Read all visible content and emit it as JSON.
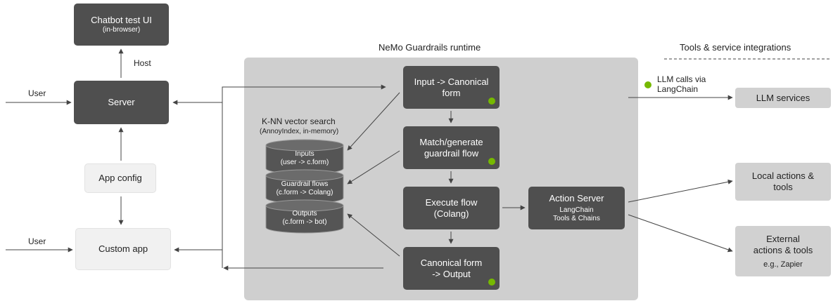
{
  "runtime": {
    "title": "NeMo Guardrails runtime"
  },
  "integrations": {
    "title": "Tools & service integrations"
  },
  "chatbot_ui": {
    "title": "Chatbot test UI",
    "subtitle": "(in-browser)"
  },
  "host_label": "Host",
  "server": {
    "label": "Server"
  },
  "app_config": {
    "label": "App config"
  },
  "custom_app": {
    "label": "Custom app"
  },
  "user_labels": [
    "User",
    "User"
  ],
  "knn": {
    "title": "K-NN vector search",
    "subtitle": "(AnnoyIndex, in-memory)"
  },
  "db": {
    "inputs": [
      "Inputs",
      "(user -> c.form)"
    ],
    "flows": [
      "Guardrail flows",
      "(c.form -> Colang)"
    ],
    "outputs": [
      "Outputs",
      "(c.form -> bot)"
    ]
  },
  "steps": {
    "input": [
      "Input -> Canonical",
      "form"
    ],
    "match": [
      "Match/generate",
      "guardrail flow"
    ],
    "execute": [
      "Execute flow",
      "(Colang)"
    ],
    "output": [
      "Canonical form",
      "-> Output"
    ]
  },
  "action_server": {
    "title": "Action Server",
    "line1": "LangChain",
    "line2": "Tools & Chains"
  },
  "llm_calls": [
    "LLM calls via",
    "LangChain"
  ],
  "services": {
    "llm": "LLM services",
    "local": [
      "Local actions &",
      "tools"
    ],
    "external": [
      "External",
      "actions & tools",
      "e.g., Zapier"
    ]
  },
  "colors": {
    "accent": "#76b900",
    "dark_box": "#4f4f4f",
    "panel": "#cfcfcf",
    "service_box": "#d1d1d1"
  }
}
